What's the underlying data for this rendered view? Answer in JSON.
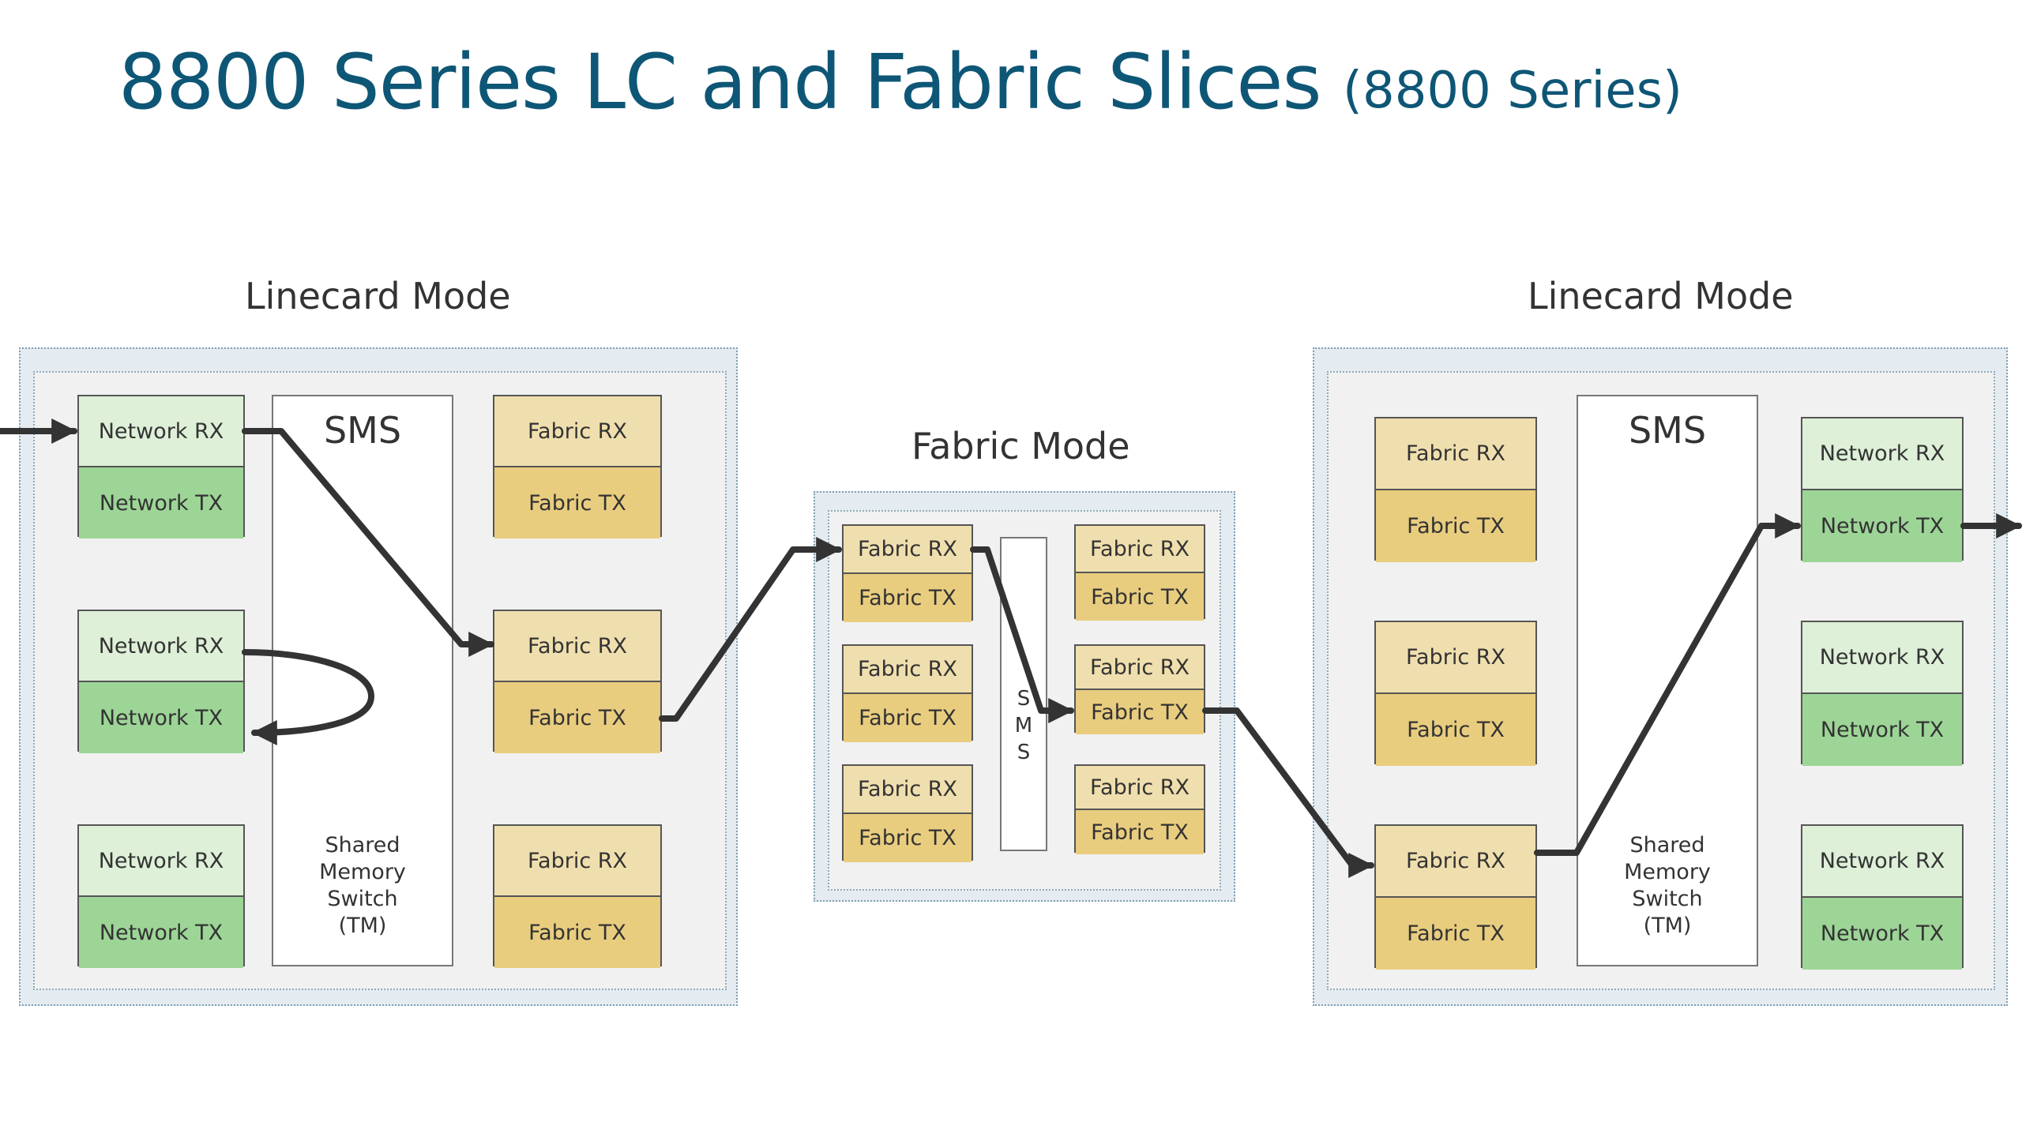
{
  "title": "8800 Series LC and Fabric Slices",
  "subtitle": "(8800 Series)",
  "left": {
    "mode": "Linecard Mode",
    "sms": {
      "label": "SMS",
      "sub": [
        "Shared",
        "Memory",
        "Switch",
        "(TM)"
      ]
    },
    "network_slots": [
      {
        "rx": "Network RX",
        "tx": "Network TX"
      },
      {
        "rx": "Network RX",
        "tx": "Network TX"
      },
      {
        "rx": "Network RX",
        "tx": "Network TX"
      }
    ],
    "fabric_slots": [
      {
        "rx": "Fabric RX",
        "tx": "Fabric TX"
      },
      {
        "rx": "Fabric RX",
        "tx": "Fabric TX"
      },
      {
        "rx": "Fabric RX",
        "tx": "Fabric TX"
      }
    ]
  },
  "middle": {
    "mode": "Fabric Mode",
    "sms": {
      "letters": [
        "S",
        "M",
        "S"
      ]
    },
    "left_slots": [
      {
        "rx": "Fabric RX",
        "tx": "Fabric TX"
      },
      {
        "rx": "Fabric RX",
        "tx": "Fabric TX"
      },
      {
        "rx": "Fabric RX",
        "tx": "Fabric TX"
      }
    ],
    "right_slots": [
      {
        "rx": "Fabric RX",
        "tx": "Fabric TX"
      },
      {
        "rx": "Fabric RX",
        "tx": "Fabric TX"
      },
      {
        "rx": "Fabric RX",
        "tx": "Fabric TX"
      }
    ]
  },
  "right": {
    "mode": "Linecard Mode",
    "sms": {
      "label": "SMS",
      "sub": [
        "Shared",
        "Memory",
        "Switch",
        "(TM)"
      ]
    },
    "fabric_slots": [
      {
        "rx": "Fabric RX",
        "tx": "Fabric TX"
      },
      {
        "rx": "Fabric RX",
        "tx": "Fabric TX"
      },
      {
        "rx": "Fabric RX",
        "tx": "Fabric TX"
      }
    ],
    "network_slots": [
      {
        "rx": "Network RX",
        "tx": "Network TX"
      },
      {
        "rx": "Network RX",
        "tx": "Network TX"
      },
      {
        "rx": "Network RX",
        "tx": "Network TX"
      }
    ]
  }
}
